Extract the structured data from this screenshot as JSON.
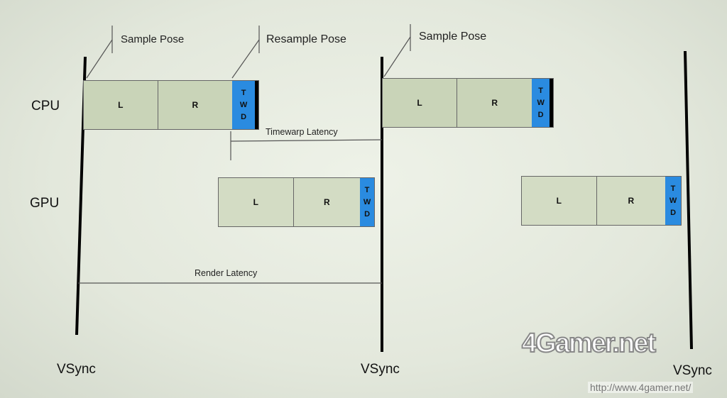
{
  "rows": {
    "cpu": "CPU",
    "gpu": "GPU"
  },
  "poses": {
    "sample1": "Sample Pose",
    "resample": "Resample Pose",
    "sample2": "Sample Pose"
  },
  "vsync": [
    "VSync",
    "VSync",
    "VSync"
  ],
  "segments": {
    "left": "L",
    "right": "R",
    "twd": [
      "T",
      "W",
      "D"
    ]
  },
  "latency": {
    "timewarp": "Timewarp Latency",
    "render": "Render Latency"
  },
  "watermark": {
    "logo": "4Gamer.net",
    "url": "http://www.4gamer.net/"
  },
  "colors": {
    "twd": "#2a8be0",
    "frame": "#c9d4b8"
  }
}
